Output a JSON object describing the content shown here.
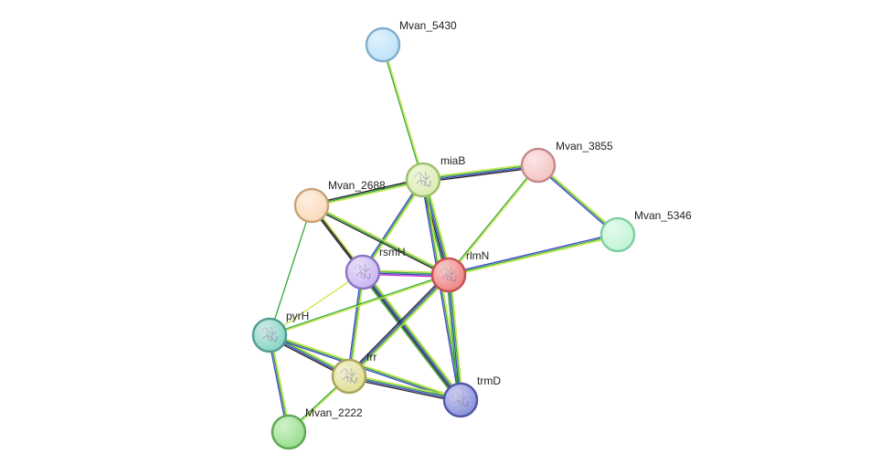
{
  "network": {
    "nodes": [
      {
        "id": "mvan_5430",
        "label": "Mvan_5430",
        "fill": "#bfe3f9",
        "stroke": "#7faecb",
        "structure": false
      },
      {
        "id": "miab",
        "label": "miaB",
        "fill": "#ddedb5",
        "stroke": "#9dc06a",
        "structure": true
      },
      {
        "id": "mvan_3855",
        "label": "Mvan_3855",
        "fill": "#f5c6c6",
        "stroke": "#c48a8a",
        "structure": false
      },
      {
        "id": "mvan_2688",
        "label": "Mvan_2688",
        "fill": "#fbdcbc",
        "stroke": "#c9a27a",
        "structure": false
      },
      {
        "id": "mvan_5346",
        "label": "Mvan_5346",
        "fill": "#c2f5d6",
        "stroke": "#7fcfa2",
        "structure": false
      },
      {
        "id": "rsmh",
        "label": "rsmH",
        "fill": "#cdb9f2",
        "stroke": "#8a74c6",
        "structure": true
      },
      {
        "id": "rlmn",
        "label": "rlmN",
        "fill": "#f08a8a",
        "stroke": "#c45050",
        "structure": true
      },
      {
        "id": "pyrh",
        "label": "pyrH",
        "fill": "#8fd6c9",
        "stroke": "#4f9c90",
        "structure": true
      },
      {
        "id": "frr",
        "label": "frr",
        "fill": "#e2e09a",
        "stroke": "#a8a55a",
        "structure": true
      },
      {
        "id": "trmd",
        "label": "trmD",
        "fill": "#8f96de",
        "stroke": "#5058a6",
        "structure": true
      },
      {
        "id": "mvan_2222",
        "label": "Mvan_2222",
        "fill": "#9be08f",
        "stroke": "#5ea654",
        "structure": false
      }
    ],
    "edges": [
      {
        "from": "mvan_5430",
        "to": "miab",
        "evidence": [
          "#c8e645",
          "#33aa33"
        ]
      },
      {
        "from": "miab",
        "to": "mvan_3855",
        "evidence": [
          "#c8e645",
          "#33aa33",
          "#3d3dcc",
          "#222222"
        ]
      },
      {
        "from": "miab",
        "to": "mvan_2688",
        "evidence": [
          "#c8e645",
          "#33aa33",
          "#222222"
        ]
      },
      {
        "from": "miab",
        "to": "rsmh",
        "evidence": [
          "#c8e645",
          "#33aa33",
          "#3d3dcc"
        ]
      },
      {
        "from": "miab",
        "to": "rlmn",
        "evidence": [
          "#c8e645",
          "#33aa33",
          "#3d3dcc",
          "#222222",
          "#33aa33"
        ]
      },
      {
        "from": "miab",
        "to": "trmd",
        "evidence": [
          "#c8e645",
          "#33aa33",
          "#3d3dcc"
        ]
      },
      {
        "from": "mvan_3855",
        "to": "mvan_5346",
        "evidence": [
          "#c8e645",
          "#33aa33",
          "#3d3dcc"
        ]
      },
      {
        "from": "mvan_3855",
        "to": "rlmn",
        "evidence": [
          "#c8e645",
          "#33aa33"
        ]
      },
      {
        "from": "mvan_5346",
        "to": "rlmn",
        "evidence": [
          "#c8e645",
          "#33aa33",
          "#3d3dcc"
        ]
      },
      {
        "from": "mvan_2688",
        "to": "rsmh",
        "evidence": [
          "#c8e645",
          "#33aa33",
          "#222222"
        ]
      },
      {
        "from": "mvan_2688",
        "to": "rlmn",
        "evidence": [
          "#c8e645",
          "#33aa33",
          "#222222"
        ]
      },
      {
        "from": "mvan_2688",
        "to": "pyrh",
        "evidence": [
          "#33aa33"
        ]
      },
      {
        "from": "mvan_2688",
        "to": "trmd",
        "evidence": [
          "#222222"
        ]
      },
      {
        "from": "rsmh",
        "to": "rlmn",
        "evidence": [
          "#c8e645",
          "#33aa33",
          "#3d3dcc",
          "#cc33cc"
        ]
      },
      {
        "from": "rsmh",
        "to": "trmd",
        "evidence": [
          "#c8e645",
          "#33aa33",
          "#3d3dcc",
          "#222222",
          "#33aa33"
        ]
      },
      {
        "from": "rsmh",
        "to": "frr",
        "evidence": [
          "#c8e645",
          "#33aa33",
          "#3d3dcc"
        ]
      },
      {
        "from": "rsmh",
        "to": "pyrh",
        "evidence": [
          "#c8e645"
        ]
      },
      {
        "from": "rlmn",
        "to": "pyrh",
        "evidence": [
          "#c8e645",
          "#33aa33"
        ]
      },
      {
        "from": "rlmn",
        "to": "frr",
        "evidence": [
          "#c8e645",
          "#33aa33",
          "#3d3dcc",
          "#222222"
        ]
      },
      {
        "from": "rlmn",
        "to": "trmd",
        "evidence": [
          "#c8e645",
          "#33aa33",
          "#3d3dcc",
          "#33aa33"
        ]
      },
      {
        "from": "pyrh",
        "to": "frr",
        "evidence": [
          "#c8e645",
          "#33aa33",
          "#3d3dcc",
          "#222222"
        ]
      },
      {
        "from": "pyrh",
        "to": "trmd",
        "evidence": [
          "#c8e645",
          "#33aa33",
          "#3d3dcc"
        ]
      },
      {
        "from": "pyrh",
        "to": "mvan_2222",
        "evidence": [
          "#c8e645",
          "#33aa33",
          "#3d3dcc"
        ]
      },
      {
        "from": "frr",
        "to": "trmd",
        "evidence": [
          "#c8e645",
          "#33aa33",
          "#3d3dcc",
          "#222222"
        ]
      },
      {
        "from": "frr",
        "to": "mvan_2222",
        "evidence": [
          "#c8e645",
          "#33aa33"
        ]
      }
    ]
  }
}
